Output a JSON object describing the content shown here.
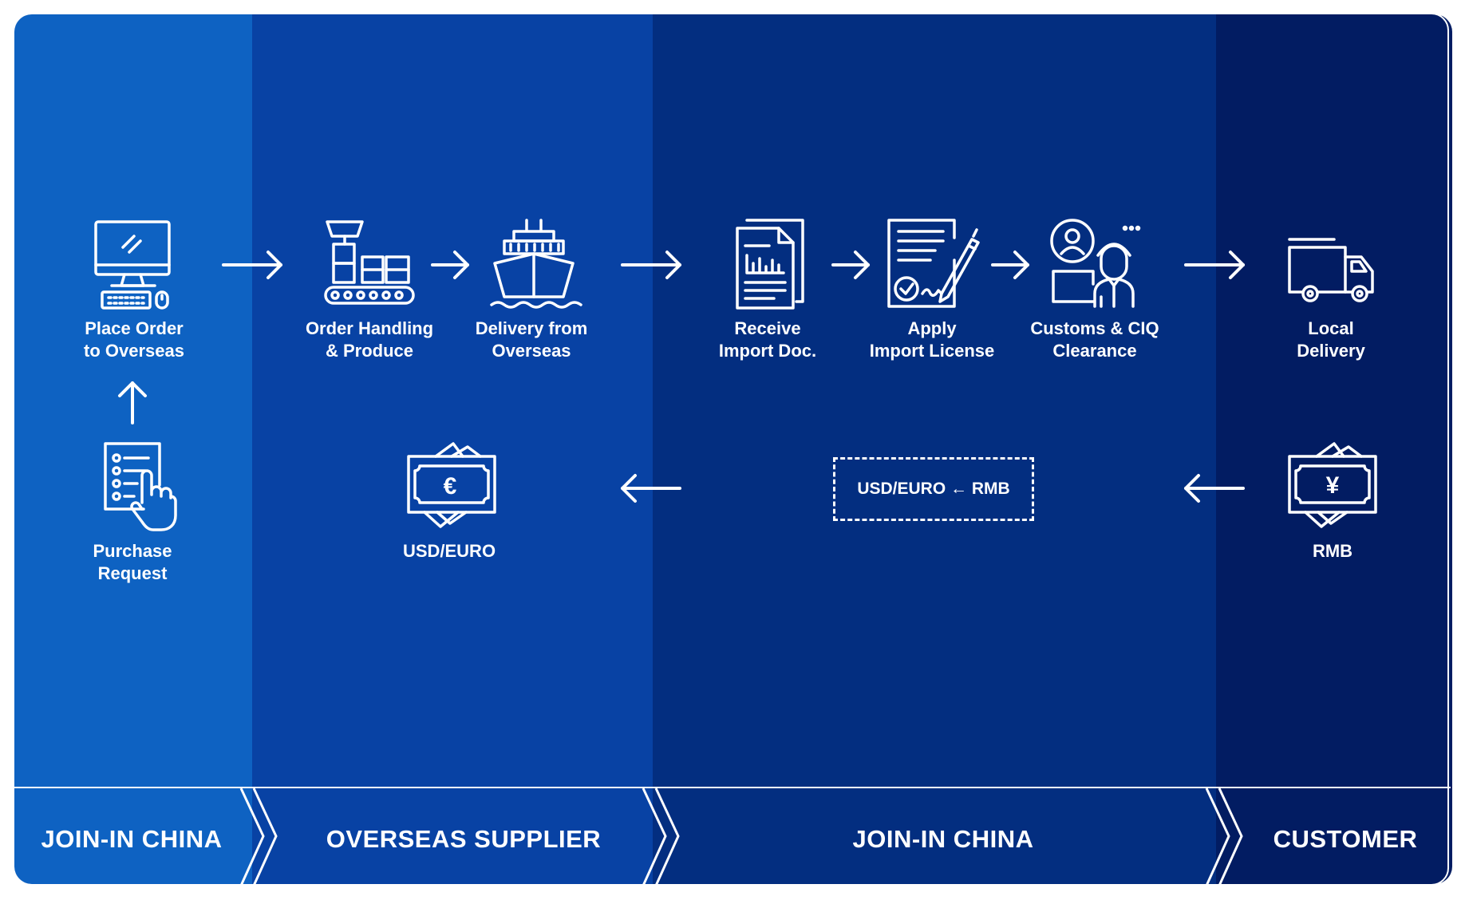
{
  "steps": {
    "place_order": {
      "line1": "Place Order",
      "line2": "to Overseas"
    },
    "purchase_request": {
      "line1": "Purchase",
      "line2": "Request"
    },
    "order_handling": {
      "line1": "Order Handling",
      "line2": "& Produce"
    },
    "delivery_overseas": {
      "line1": "Delivery from",
      "line2": "Overseas"
    },
    "receive_import": {
      "line1": "Receive",
      "line2": "Import Doc."
    },
    "apply_license": {
      "line1": "Apply",
      "line2": "Import License"
    },
    "customs": {
      "line1": "Customs & CIQ",
      "line2": "Clearance"
    },
    "local_delivery": {
      "line1": "Local",
      "line2": "Delivery"
    }
  },
  "payments": {
    "usd_euro": "USD/EURO",
    "rmb": "RMB",
    "exchange": "USD/EURO ← RMB",
    "euro_symbol": "€",
    "yen_symbol": "¥"
  },
  "bands": {
    "join_in_china_1": "JOIN-IN CHINA",
    "overseas_supplier": "OVERSEAS SUPPLIER",
    "join_in_china_2": "JOIN-IN CHINA",
    "customer": "CUSTOMER"
  },
  "icons": [
    "computer-icon",
    "purchase-request-icon",
    "factory-icon",
    "ship-icon",
    "import-document-icon",
    "license-sign-icon",
    "customs-officer-icon",
    "delivery-truck-icon",
    "euro-banknote-icon",
    "yuan-banknote-icon"
  ],
  "colors": {
    "column_join_in_china_1": "#0e62c2",
    "column_overseas_supplier": "#0842a4",
    "column_join_in_china_2": "#032e80",
    "column_customer": "#021c62",
    "foreground": "#ffffff"
  }
}
